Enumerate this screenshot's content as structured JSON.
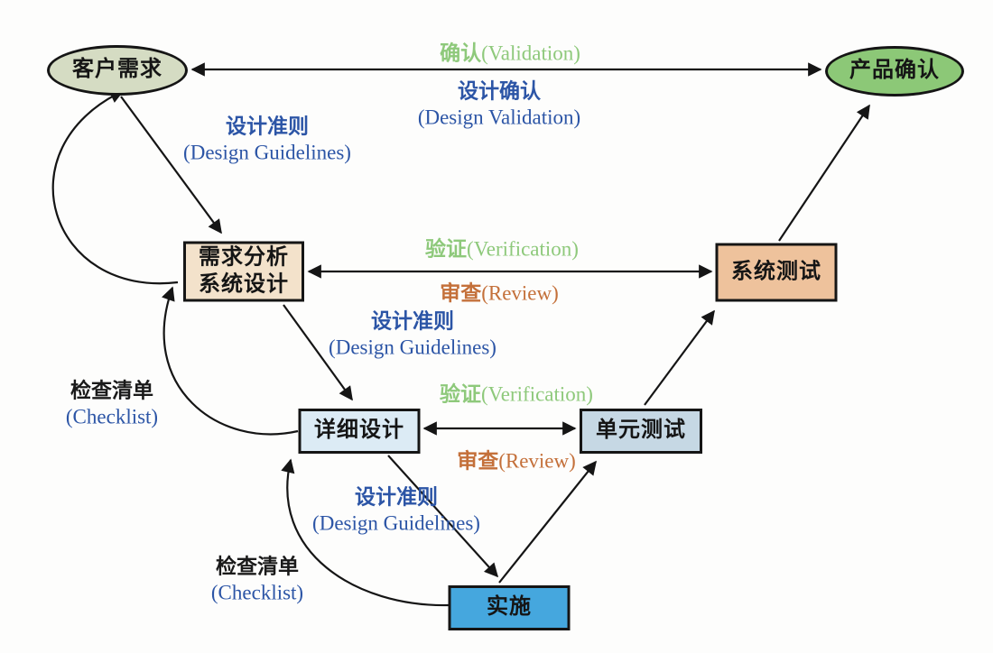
{
  "colors": {
    "green_label": "#8ec97b",
    "blue_label": "#2c55a6",
    "orange_label": "#c4703a",
    "ink": "#1a1a1a",
    "node_customer": "#d5dcc3",
    "node_product": "#8cc877",
    "node_reqanalysis": "#f3e2cb",
    "node_systest": "#eec29c",
    "node_design": "#dcebf5",
    "node_unittest": "#c6d8e4",
    "node_impl": "#45a7de"
  },
  "nodes": {
    "customer_requirements": {
      "label": "客户需求"
    },
    "product_validation": {
      "label": "产品确认"
    },
    "requirements_analysis": {
      "line1": "需求分析",
      "line2": "系统设计"
    },
    "system_testing": {
      "label": "系统测试"
    },
    "detailed_design": {
      "label": "详细设计"
    },
    "unit_testing": {
      "label": "单元测试"
    },
    "implementation": {
      "label": "实施"
    }
  },
  "edge_labels": {
    "validation": {
      "cn": "确认",
      "en": "(Validation)"
    },
    "design_validation": {
      "cn": "设计确认",
      "en": "(Design Validation)"
    },
    "design_guidelines_top": {
      "cn": "设计准则",
      "en": "(Design Guidelines)"
    },
    "verification_upper": {
      "cn": "验证",
      "en": "(Verification)"
    },
    "review_upper": {
      "cn": "审查",
      "en": "(Review)"
    },
    "design_guidelines_mid": {
      "cn": "设计准则",
      "en": "(Design Guidelines)"
    },
    "verification_lower": {
      "cn": "验证",
      "en": "(Verification)"
    },
    "review_lower": {
      "cn": "审查",
      "en": "(Review)"
    },
    "design_guidelines_low": {
      "cn": "设计准则",
      "en": "(Design Guidelines)"
    },
    "checklist_upper": {
      "cn": "检查清单",
      "en": "(Checklist)"
    },
    "checklist_lower": {
      "cn": "检查清单",
      "en": "(Checklist)"
    }
  }
}
